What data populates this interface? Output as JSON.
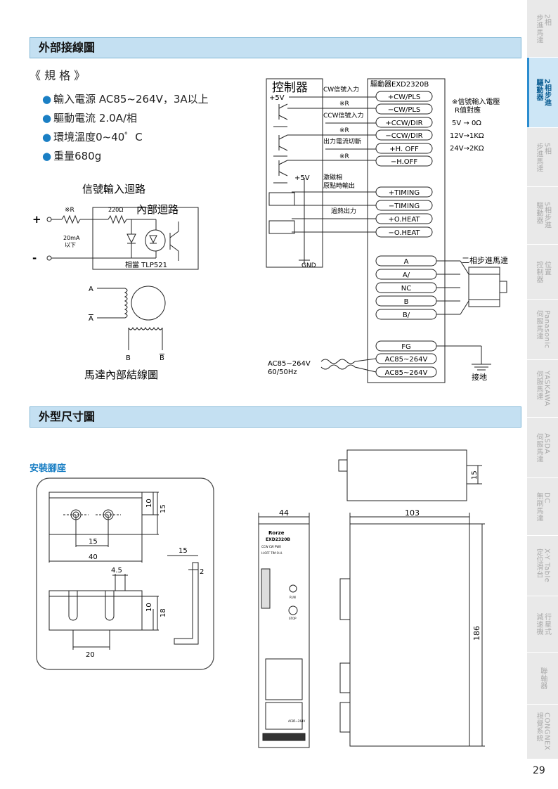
{
  "sections": {
    "wiring": "外部接線圖",
    "dimensions": "外型尺寸圖"
  },
  "specs": {
    "title": "《 規 格 》",
    "items": [
      "輸入電源 AC85~264V，3A以上",
      "驅動電流 2.0A/相",
      "環境溫度0~40゜C",
      "重量680g"
    ]
  },
  "input_circuit": {
    "title": "信號輸入迴路",
    "internal_label": "內部迴路",
    "resistor_r": "※R",
    "resistor_220": "220Ω",
    "current": "20mA",
    "current_note": "以下",
    "plus": "+",
    "minus": "-",
    "equiv": "相當 TLP521"
  },
  "motor_internal": {
    "title": "馬達內部結線圖",
    "a": "A",
    "a_bar": "A",
    "b": "B",
    "b_bar": "B"
  },
  "controller": {
    "title": "控制器",
    "plus5v": "+5V",
    "plus5v_2": "+5V",
    "gnd": "GND",
    "cw_input": "CW信號入力",
    "ccw_input": "CCW信號入力",
    "current_cut": "出力電流切斷",
    "excitation": "激磁相",
    "origin_output": "原點時輸出",
    "overheat_output": "過熱出力",
    "r_marks": [
      "※R",
      "※R",
      "※R"
    ]
  },
  "driver": {
    "title": "驅動器EXD2320B",
    "terminals": [
      "+CW/PLS",
      "−CW/PLS",
      "+CCW/DIR",
      "−CCW/DIR",
      "+H. OFF",
      "−H.OFF",
      "+TIMING",
      "−TIMING",
      "+O.HEAT",
      "−O.HEAT"
    ],
    "motor_terminals": [
      "A",
      "A/",
      "NC",
      "B",
      "B/"
    ],
    "fg": "FG",
    "ac1": "AC85~264V",
    "ac2": "AC85~264V"
  },
  "note": {
    "title": "※信號輸入電壓",
    "subtitle": "R值對應",
    "rows": [
      "5V  → 0Ω",
      "12V→1KΩ",
      "24V→2KΩ"
    ]
  },
  "motor_label": "二相步進馬達",
  "ground_label": "接地",
  "ac_input": {
    "voltage": "AC85~264V",
    "freq": "60/50Hz"
  },
  "mount": {
    "title": "安裝腳座",
    "dims": [
      "10",
      "15",
      "15",
      "40",
      "15",
      "2",
      "4.5",
      "10",
      "18",
      "20"
    ]
  },
  "front_view": {
    "width": "44",
    "brand": "Rorze",
    "model": "EXD2320B",
    "row1": "CCW CW PWR",
    "row2": "H.OFF TIM O.H.",
    "run": "RUN",
    "stop": "STOP",
    "ac": "AC85~264V"
  },
  "side_view": {
    "width": "103",
    "height": "186",
    "top_dim": "15"
  },
  "sidebar": {
    "tabs": [
      {
        "label": "2相\n步進馬達",
        "active": false
      },
      {
        "label": "2相步進\n驅動器",
        "active": true
      },
      {
        "label": "5相\n步進馬達",
        "active": false
      },
      {
        "label": "5相步進\n驅動器",
        "active": false
      },
      {
        "label": "位置\n控制器",
        "active": false
      },
      {
        "label": "Panasonic\n伺服馬達",
        "active": false
      },
      {
        "label": "YASKAWA\n伺服馬達",
        "active": false
      },
      {
        "label": "ASDA\n伺服馬達",
        "active": false
      },
      {
        "label": "DC\n無刷馬達",
        "active": false
      },
      {
        "label": "X-Y Table\n定位滑台",
        "active": false
      },
      {
        "label": "行星式\n減速機",
        "active": false
      },
      {
        "label": "聯軸器",
        "active": false
      },
      {
        "label": "CONGNEX\n視覺系統",
        "active": false
      }
    ]
  },
  "page_number": "29"
}
